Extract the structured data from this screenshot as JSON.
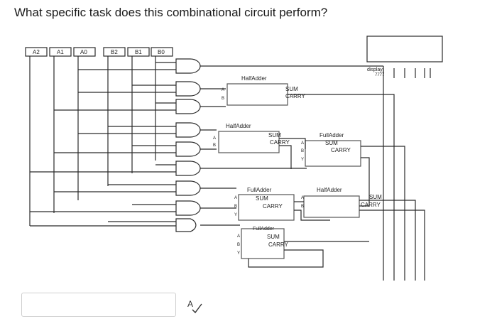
{
  "question": "What specific task does this combinational circuit perform?",
  "inputs": [
    "A2",
    "A1",
    "A0",
    "B2",
    "B1",
    "B0"
  ],
  "display_label": "display",
  "display_sub": "7777",
  "halfadder1": {
    "title": "HalfAdder",
    "a": "A",
    "b": "B",
    "sum": "SUM",
    "carry": "CARRY"
  },
  "halfadder2": {
    "title": "HalfAdder",
    "a": "A",
    "b": "B",
    "sum": "SUM",
    "carry": "CARRY"
  },
  "fulladder1": {
    "title": "FullAdder",
    "a": "A",
    "b": "B",
    "y": "Y",
    "sum": "SUM",
    "carry": "CARRY"
  },
  "fulladder2": {
    "title": "FullAdder",
    "a": "A",
    "b": "B",
    "y": "Y",
    "sum": "SUM",
    "carry": "CARRY"
  },
  "halfadder3": {
    "title": "HalfAdder",
    "a": "A",
    "b": "B",
    "sum": "SUM",
    "carry": "CARRY"
  },
  "fulladder3": {
    "title": "FullAdder",
    "a": "A",
    "b": "B",
    "y": "Y",
    "sum": "SUM",
    "carry": "CARRY"
  },
  "answer": {
    "value": ""
  },
  "colors": {
    "wire": "#2a2a2a",
    "box": "#555555"
  }
}
